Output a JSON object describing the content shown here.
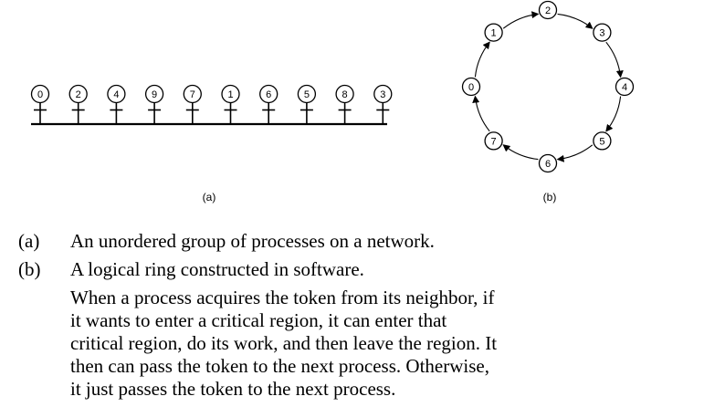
{
  "figure_a": {
    "nodes": [
      "0",
      "2",
      "4",
      "9",
      "7",
      "1",
      "6",
      "5",
      "8",
      "3"
    ],
    "label": "(a)"
  },
  "figure_b": {
    "nodes": [
      "0",
      "1",
      "2",
      "3",
      "4",
      "5",
      "6",
      "7"
    ],
    "label": "(b)"
  },
  "captions": [
    {
      "tag": "(a)",
      "text": "An unordered group of processes on a network."
    },
    {
      "tag": "(b)",
      "text": "A logical ring constructed in software."
    }
  ],
  "paragraph_lines": [
    "When a process acquires the token from its neighbor, if",
    "it wants to enter a critical region, it can enter that",
    "critical region, do its work, and then leave the region. It",
    "then can pass the token to the next process. Otherwise,",
    "it just passes the token to the next process."
  ]
}
